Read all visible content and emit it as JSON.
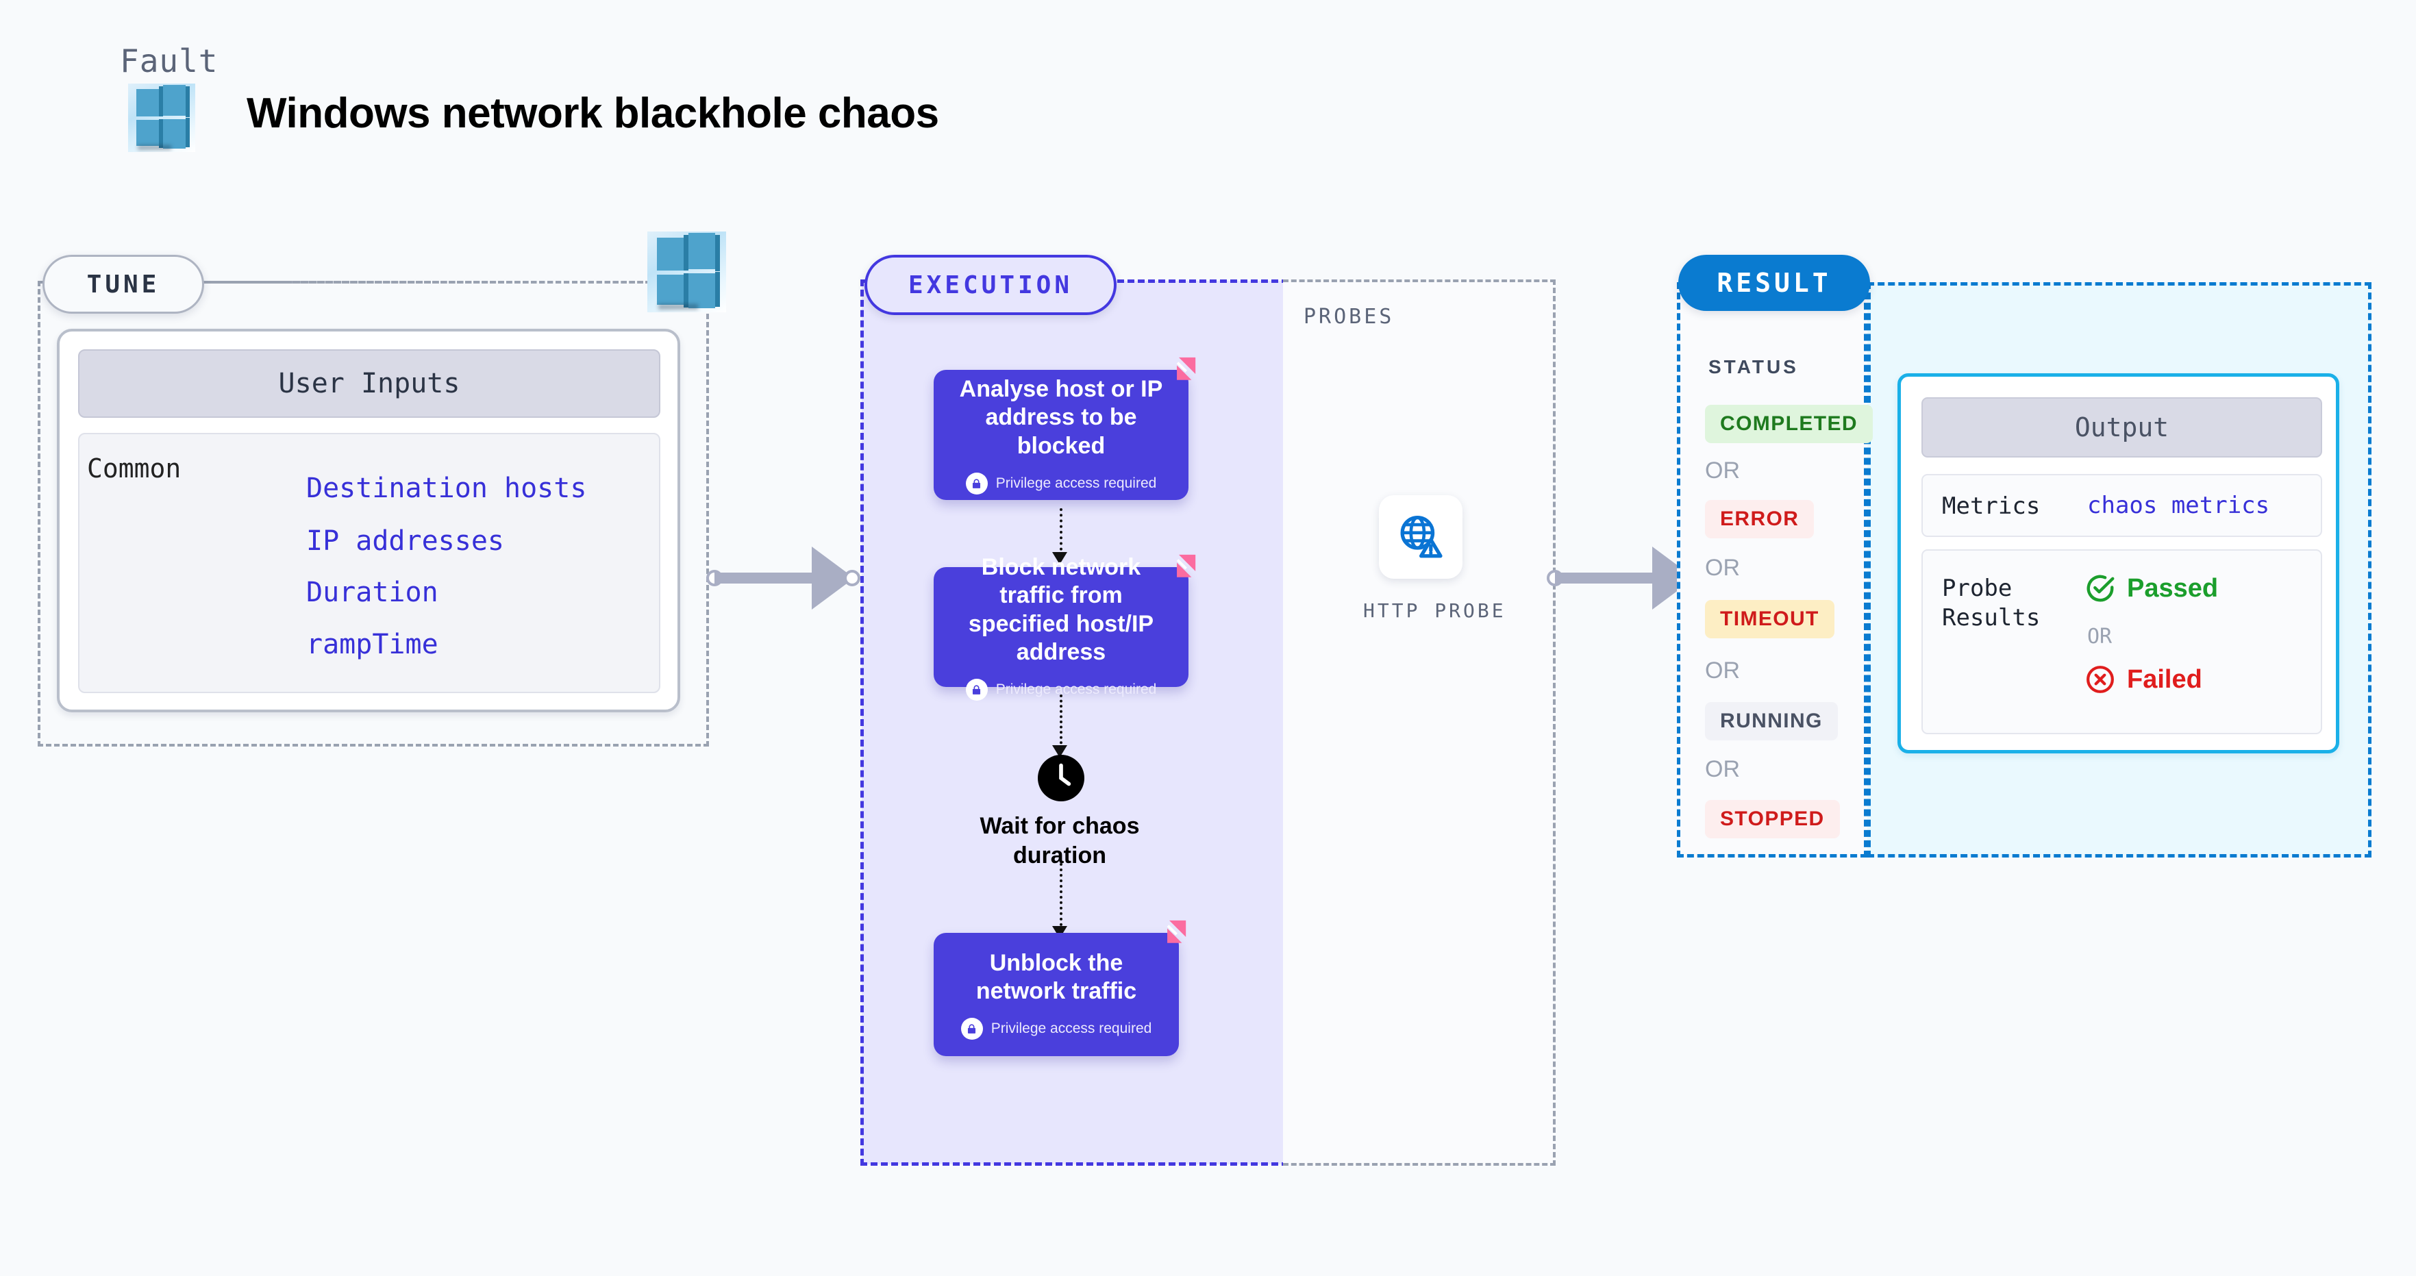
{
  "header": {
    "kicker": "Fault",
    "title": "Windows network blackhole chaos",
    "logo_icon": "windows-logo-icon"
  },
  "tune": {
    "pill_label": "TUNE",
    "logo_icon": "windows-logo-icon",
    "card": {
      "header": "User Inputs",
      "group_label": "Common",
      "params": [
        "Destination hosts",
        "IP addresses",
        "Duration",
        "rampTime"
      ]
    }
  },
  "execution": {
    "pill_label": "EXECUTION",
    "privilege_note": "Privilege access required",
    "lock_icon": "lock-icon",
    "ribbon_icon": "litmus-chaos-icon",
    "steps": [
      {
        "label": "Analyse host or IP address to be blocked",
        "privileged": true
      },
      {
        "label": "Block network traffic from specified host/IP address",
        "privileged": true
      }
    ],
    "wait": {
      "icon": "clock-icon",
      "label": "Wait for chaos duration"
    },
    "final_step": {
      "label": "Unblock the network traffic",
      "privileged": true
    }
  },
  "probes": {
    "section_label": "PROBES",
    "items": [
      {
        "caption": "HTTP PROBE",
        "icon": "globe-warning-icon"
      }
    ]
  },
  "result": {
    "pill_label": "RESULT",
    "status_label": "STATUS",
    "or_label": "OR",
    "statuses": [
      {
        "label": "COMPLETED",
        "bg": "#dff5dd",
        "fg": "#1e7a1e"
      },
      {
        "label": "ERROR",
        "bg": "#fdeeee",
        "fg": "#cf1b1b"
      },
      {
        "label": "TIMEOUT",
        "bg": "#fdeec4",
        "fg": "#cf1b1b"
      },
      {
        "label": "RUNNING",
        "bg": "#f1f2f7",
        "fg": "#4a5264"
      },
      {
        "label": "STOPPED",
        "bg": "#fdeeee",
        "fg": "#cf1b1b"
      }
    ],
    "output": {
      "title": "Output",
      "metrics_key": "Metrics",
      "metrics_value": "chaos metrics",
      "probe_results_key": "Probe Results",
      "passed_label": "Passed",
      "passed_icon": "check-circle-icon",
      "passed_color": "#1b9e2c",
      "or_label": "OR",
      "failed_label": "Failed",
      "failed_icon": "x-circle-icon",
      "failed_color": "#e01d1d"
    }
  },
  "colors": {
    "exec_box": "#4a3fdc",
    "exec_region": "#e7e6fd",
    "result_accent": "#0a7bd0",
    "output_border": "#1ab0e8",
    "connector": "#a9aec4"
  }
}
